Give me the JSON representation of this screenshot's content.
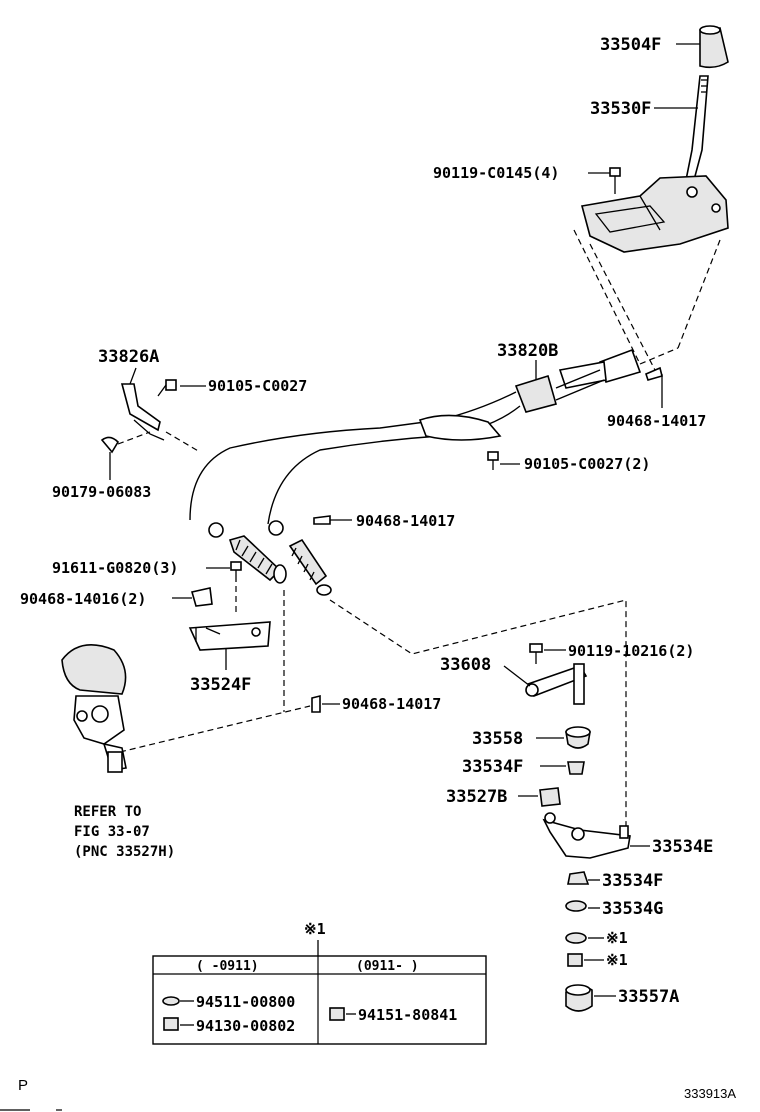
{
  "labels": {
    "p33504F": "33504F",
    "p33530F": "33530F",
    "p90119_C0145": "90119-C0145(4)",
    "p33820B": "33820B",
    "p33826A": "33826A",
    "p90105_C0027_a": "90105-C0027",
    "p90468_14017_a": "90468-14017",
    "p90179_06083": "90179-06083",
    "p90105_C0027_b": "90105-C0027(2)",
    "p90468_14017_b": "90468-14017",
    "p91611_G0820": "91611-G0820(3)",
    "p90468_14016": "90468-14016(2)",
    "p33524F": "33524F",
    "p90468_14017_c": "90468-14017",
    "p33608": "33608",
    "p90119_10216": "90119-10216(2)",
    "p33558": "33558",
    "p33534F_a": "33534F",
    "p33527B": "33527B",
    "p33534E": "33534E",
    "p33534F_b": "33534F",
    "p33534G": "33534G",
    "star1_a": "※1",
    "star1_b": "※1",
    "p33557A": "33557A"
  },
  "refer_note": {
    "line1": "REFER TO",
    "line2": "FIG 33-07",
    "line3": "(PNC 33527H)"
  },
  "table": {
    "marker": "※1",
    "col1_header": "(    -0911)",
    "col2_header": "(0911-     )",
    "col1_parts": [
      "94511-00800",
      "94130-00802"
    ],
    "col2_parts": [
      "94151-80841"
    ]
  },
  "footer": {
    "left_mark": "P",
    "figure_code": "333913A"
  }
}
